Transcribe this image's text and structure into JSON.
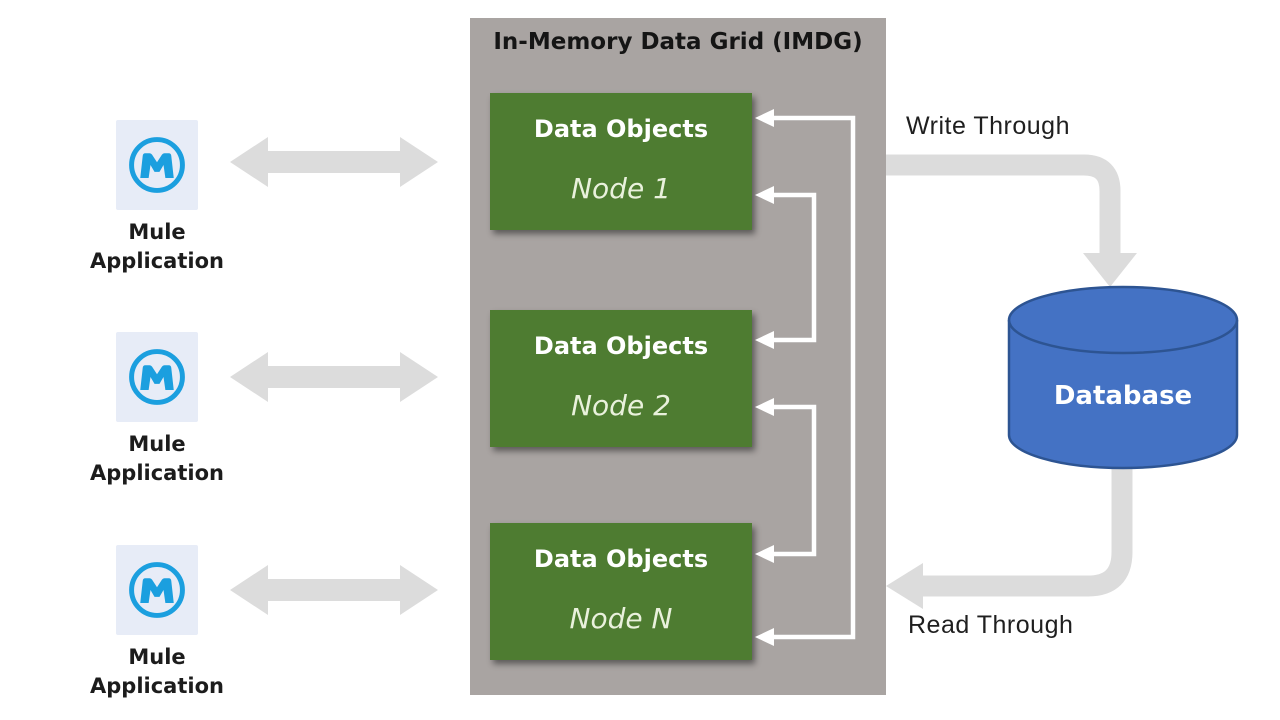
{
  "imdg": {
    "title": "In-Memory Data Grid (IMDG)",
    "nodes": [
      {
        "title": "Data Objects",
        "subtitle": "Node 1"
      },
      {
        "title": "Data Objects",
        "subtitle": "Node 2"
      },
      {
        "title": "Data Objects",
        "subtitle": "Node N"
      }
    ]
  },
  "mule_apps": [
    {
      "label": "Mule Application"
    },
    {
      "label": "Mule Application"
    },
    {
      "label": "Mule Application"
    }
  ],
  "database": {
    "label": "Database"
  },
  "flows": {
    "write_label": "Write Through",
    "read_label": "Read Through"
  },
  "colors": {
    "imdg_bg": "#a9a4a2",
    "node_green": "#4e7c31",
    "node_subtitle_text": "#e9f1dc",
    "flow_arrow_gray": "#dcdcdc",
    "connector_white": "#ffffff",
    "database_blue": "#4472c4",
    "database_border": "#2d5492",
    "mule_blue": "#1b9fdf",
    "mule_icon_bg": "#e7ecf7",
    "text_dark": "#1c1c1c"
  },
  "icons": {
    "mule_logo": "mule-logo-icon",
    "bidirectional_arrow": "bidirectional-arrow-icon",
    "write_through_arrow": "elbow-arrow-down-icon",
    "read_through_arrow": "elbow-arrow-left-icon",
    "database": "database-cylinder-icon",
    "node_replication": "replication-arrows-icon"
  }
}
